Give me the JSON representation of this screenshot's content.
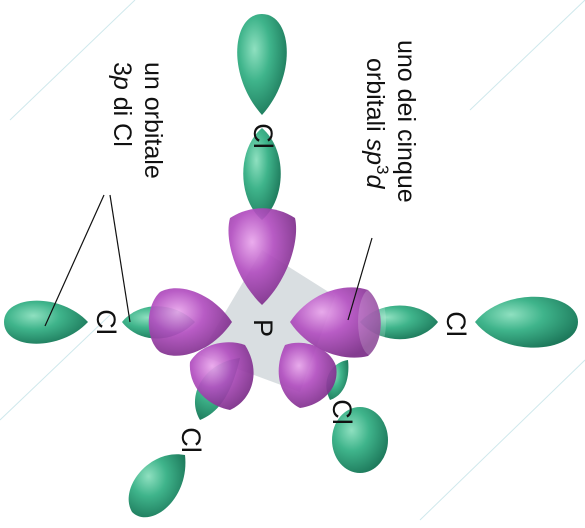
{
  "diagram": {
    "center_atom": "P",
    "ligand_atom": "Cl",
    "labels": {
      "cl_orbital_line1": "un orbitale",
      "cl_orbital_line2_sup": "3",
      "cl_orbital_line2_p": "p",
      "cl_orbital_line2_rest": " di Cl",
      "p_orbital_line1": "uno dei cinque",
      "p_orbital_line2_a": "orbitali ",
      "p_orbital_line2_sp": "sp",
      "p_orbital_line2_sup": "3",
      "p_orbital_line2_d": "d"
    },
    "colors": {
      "cl_orbital": "#3aaa85",
      "p_orbital": "#b04bbd",
      "bond_plane": "#b9c2c8",
      "text": "#111111"
    }
  }
}
